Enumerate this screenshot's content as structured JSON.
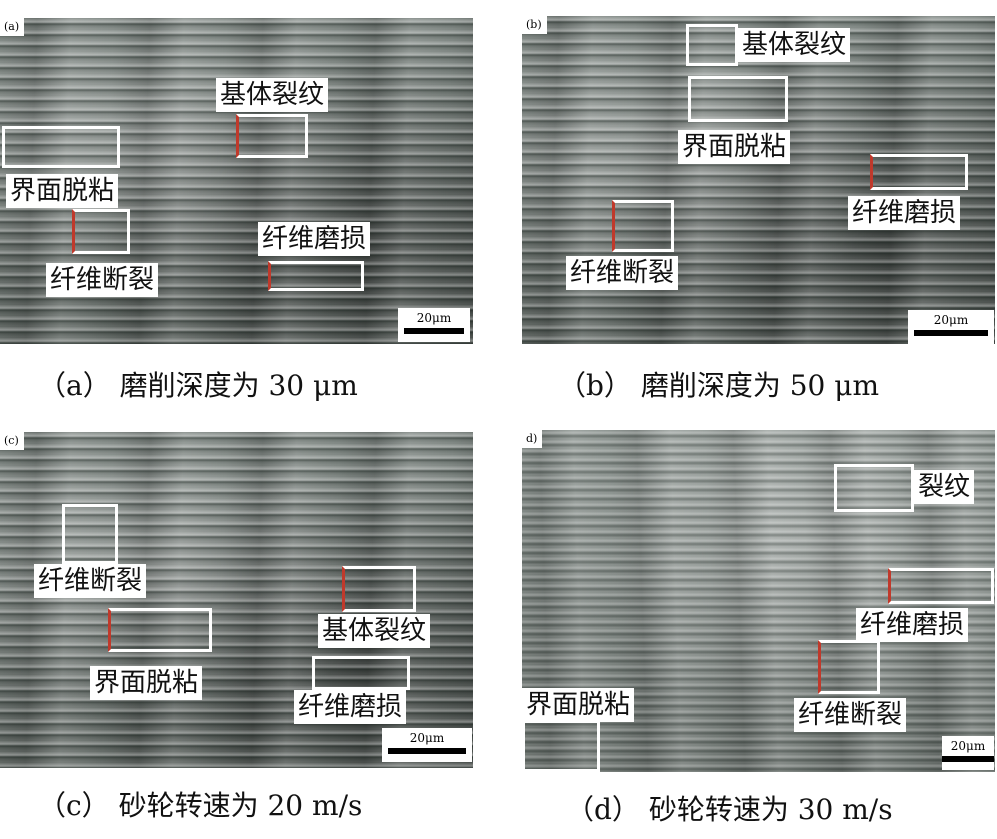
{
  "panels": {
    "a": {
      "tag": "(a)",
      "scale": "20μm",
      "labels": {
        "matrix_crack": "基体裂纹",
        "interface_debond": "界面脱粘",
        "fiber_fracture": "纤维断裂",
        "fiber_wear": "纤维磨损"
      },
      "caption": "（a）  磨削深度为 30 μm"
    },
    "b": {
      "tag": "(b)",
      "scale": "20μm",
      "labels": {
        "matrix_crack": "基体裂纹",
        "interface_debond": "界面脱粘",
        "fiber_wear": "纤维磨损",
        "fiber_fracture": "纤维断裂"
      },
      "caption": "（b）  磨削深度为 50 μm"
    },
    "c": {
      "tag": "(c)",
      "scale": "20μm",
      "labels": {
        "fiber_fracture": "纤维断裂",
        "matrix_crack": "基体裂纹",
        "interface_debond": "界面脱粘",
        "fiber_wear": "纤维磨损"
      },
      "caption": "（c）  砂轮转速为 20 m/s"
    },
    "d": {
      "tag": "d)",
      "scale": "20μm",
      "labels": {
        "crack": "裂纹",
        "fiber_wear": "纤维磨损",
        "fiber_fracture": "纤维断裂",
        "interface_debond": "界面脱粘"
      },
      "caption": "（d）  砂轮转速为 30 m/s"
    }
  }
}
